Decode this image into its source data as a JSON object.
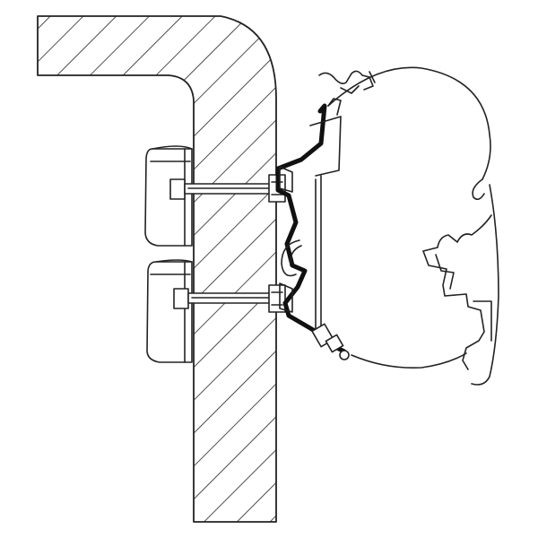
{
  "diagram": {
    "colors": {
      "line": "#222222",
      "bracket": "#111111",
      "background": "#ffffff"
    },
    "icons": [
      "wall-section",
      "mounting-bracket",
      "awning-cassette",
      "bolt",
      "interior-nut-block"
    ]
  }
}
